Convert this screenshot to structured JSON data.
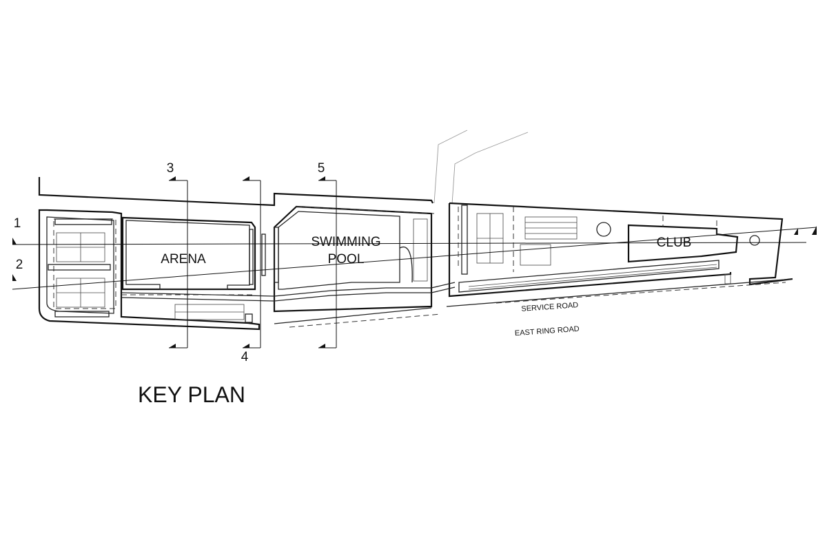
{
  "title": "KEY PLAN",
  "rooms": {
    "arena": "ARENA",
    "swimming_pool_line1": "SWIMMING",
    "swimming_pool_line2": "POOL",
    "club": "CLUB"
  },
  "roads": {
    "service": "SERVICE ROAD",
    "east_ring": "EAST RING ROAD"
  },
  "section_markers": [
    "1",
    "2",
    "3",
    "4",
    "5"
  ],
  "colors": {
    "line": "#111111",
    "background": "#ffffff",
    "faint": "#999999"
  }
}
